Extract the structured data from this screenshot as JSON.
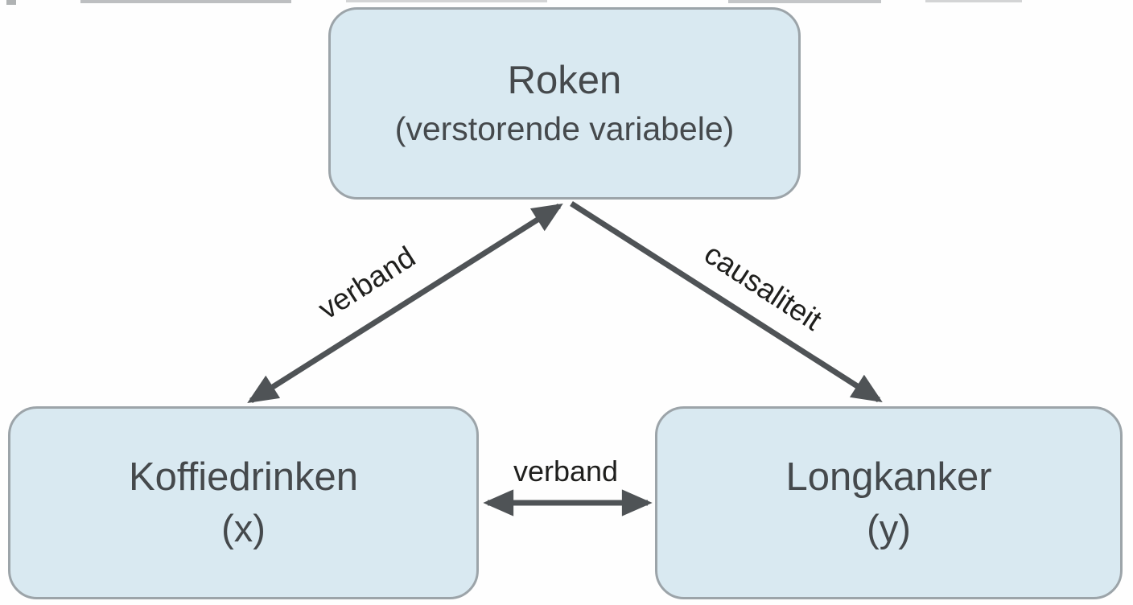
{
  "diagram_type": "confounding-variable-diagram",
  "colors": {
    "background": "#fefefe",
    "box_fill": "#d9e9f1",
    "box_border": "#9ca4a9",
    "arrow": "#4f5356",
    "box_text": "#45494c",
    "edge_label_text": "#1f1f1d"
  },
  "nodes": {
    "confounder": {
      "title": "Roken",
      "subtitle": "(verstorende variabele)"
    },
    "x": {
      "title": "Koffiedrinken",
      "subtitle": "(x)"
    },
    "y": {
      "title": "Longkanker",
      "subtitle": "(y)"
    }
  },
  "edges": {
    "left": {
      "label": "verband",
      "type": "double-headed",
      "from": "Koffiedrinken (x)",
      "to": "Roken (verstorende variabele)"
    },
    "right": {
      "label": "causaliteit",
      "type": "single-headed",
      "from": "Roken (verstorende variabele)",
      "to": "Longkanker (y)"
    },
    "bottom": {
      "label": "verband",
      "type": "double-headed",
      "from": "Koffiedrinken (x)",
      "to": "Longkanker (y)"
    }
  }
}
